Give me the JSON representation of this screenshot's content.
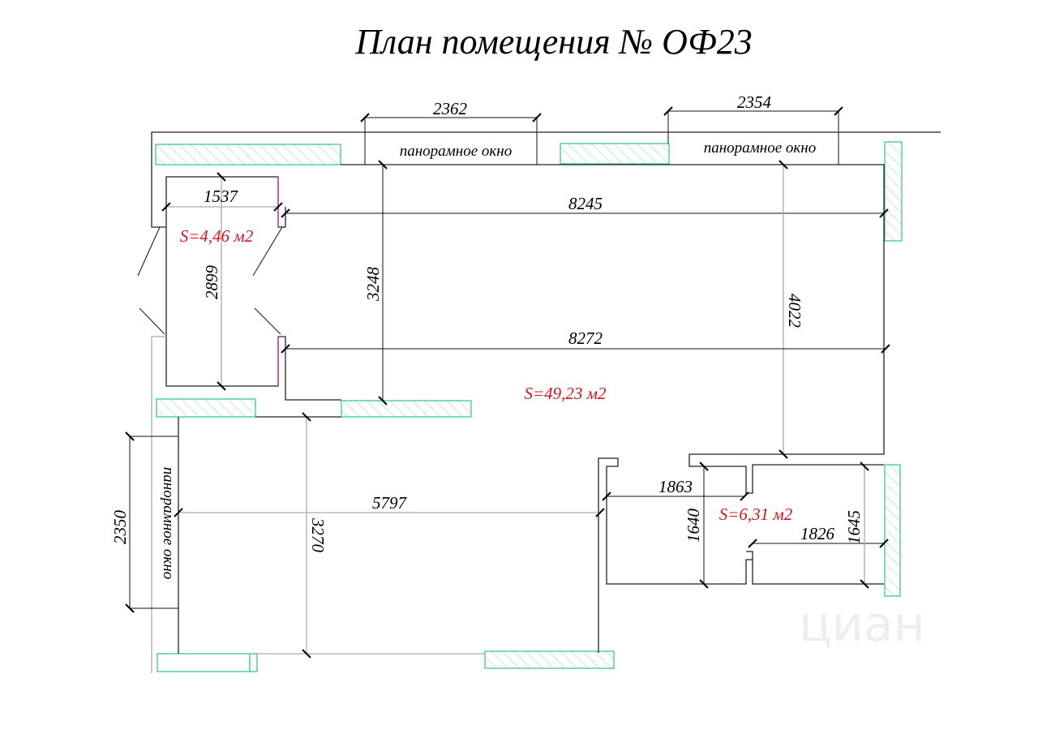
{
  "title": "План помещения № ОФ23",
  "labels": {
    "window_top_left": "панорамное окно",
    "window_top_right": "панорамное окно",
    "window_left": "панорамное окно"
  },
  "areas": {
    "small_room": "S=4,46 м2",
    "main_room": "S=49,23 м2",
    "right_room": "S=6,31 м2"
  },
  "dimensions": {
    "d2362": "2362",
    "d2354": "2354",
    "d1537": "1537",
    "d8245": "8245",
    "d2899": "2899",
    "d3248": "3248",
    "d4022": "4022",
    "d8272": "8272",
    "d2350": "2350",
    "d5797": "5797",
    "d3270": "3270",
    "d1863": "1863",
    "d1640": "1640",
    "d1826": "1826",
    "d1645": "1645"
  },
  "watermark": "циан",
  "colors": {
    "area_text": "#d4141c",
    "window_hatch": "#3cc890",
    "door_jamb": "#c040c0"
  }
}
